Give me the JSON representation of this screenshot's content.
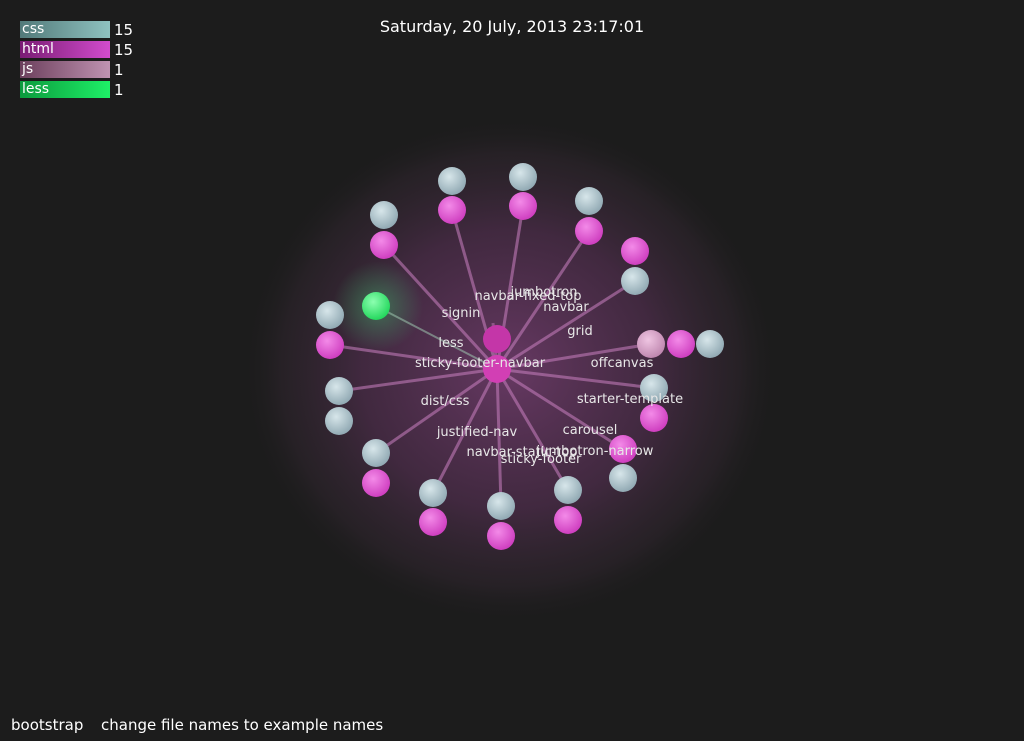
{
  "header": {
    "datetime": "Saturday, 20 July, 2013 23:17:01"
  },
  "legend": [
    {
      "label": "css",
      "count": "15",
      "color": "#6f9f9f"
    },
    {
      "label": "html",
      "count": "15",
      "color": "#c040b8"
    },
    {
      "label": "js",
      "count": "1",
      "color": "#b07aa0"
    },
    {
      "label": "less",
      "count": "1",
      "color": "#20d860"
    }
  ],
  "footer": {
    "project": "bootstrap",
    "caption": "change file names to example names"
  },
  "colors": {
    "background": "#1c1c1c",
    "css_node": "#a9bfc7",
    "html_node": "#e05ad0",
    "js_node": "#d6a0c8",
    "less_node": "#3ef07a",
    "edge": "#c07ab8",
    "center_node": "#d23fb4"
  },
  "graph": {
    "labels": [
      "signin",
      "navbar-fixed-top",
      "jumbotron",
      "navbar",
      "grid",
      "less",
      "sticky-footer-navbar",
      "offcanvas",
      "dist/css",
      "starter-template",
      "carousel",
      "justified-nav",
      "jumbotron-narrow",
      "navbar-static-top",
      "sticky-footer"
    ],
    "icons": {
      "css_node": "css-file-node-icon",
      "html_node": "html-file-node-icon",
      "js_node": "js-file-node-icon",
      "less_node": "less-file-node-icon",
      "directory_node": "directory-node-icon"
    }
  }
}
